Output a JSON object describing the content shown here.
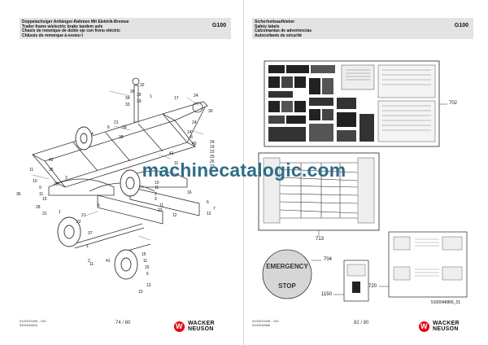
{
  "left_page": {
    "header_lines": [
      "Doppelachsiger Anhänger-Rahmen Mit Elektrik-Bremse",
      "Trailer frame w/electric brake tandem axle",
      "Chasis de remolque de doble eje con freno eléctric",
      "Châssis de remorque à essieu t"
    ],
    "code": "G100",
    "footer_ids": [
      "5100043498 - 100",
      "5000048816"
    ],
    "page_number": "74 / 80",
    "callouts": [
      "32",
      "36",
      "34",
      "33",
      "39",
      "19",
      "1",
      "17",
      "24",
      "30",
      "21",
      "6",
      "18",
      "24",
      "4",
      "38",
      "14",
      "8",
      "40",
      "41",
      "11",
      "24",
      "19",
      "23",
      "25",
      "26",
      "27",
      "42",
      "10",
      "9",
      "11",
      "15",
      "10",
      "11",
      "2",
      "9",
      "16",
      "11",
      "23",
      "6",
      "7",
      "12",
      "12",
      "36",
      "11",
      "35",
      "3",
      "20",
      "5",
      "21",
      "22",
      "28",
      "31",
      "1",
      "37",
      "1",
      "2",
      "41",
      "11",
      "15",
      "11",
      "15",
      "5",
      "13",
      "10"
    ]
  },
  "right_page": {
    "header_lines": [
      "Sicherheitsaufkleber",
      "Safety labels",
      "Calcomanías de advertencias",
      "Autocollants de sécurité"
    ],
    "code": "G100",
    "footer_ids": [
      "5100043498 - 100",
      "5100048866"
    ],
    "page_number": "82 / 80",
    "refs": {
      "r702": "702",
      "r713": "713",
      "r704": "704",
      "r1150": "1150",
      "r720": "720",
      "doc_id": "5100048866_01"
    },
    "emergency_text": "EMERGENCY",
    "stop_text": "STOP"
  },
  "brand": {
    "line1": "WACKER",
    "line2": "NEUSON",
    "letter": "W"
  },
  "watermark": "machinecatalogic.com",
  "colors": {
    "brand_red": "#e60012",
    "watermark": "#2f6d86",
    "header_bg": "#e3e3e3"
  }
}
